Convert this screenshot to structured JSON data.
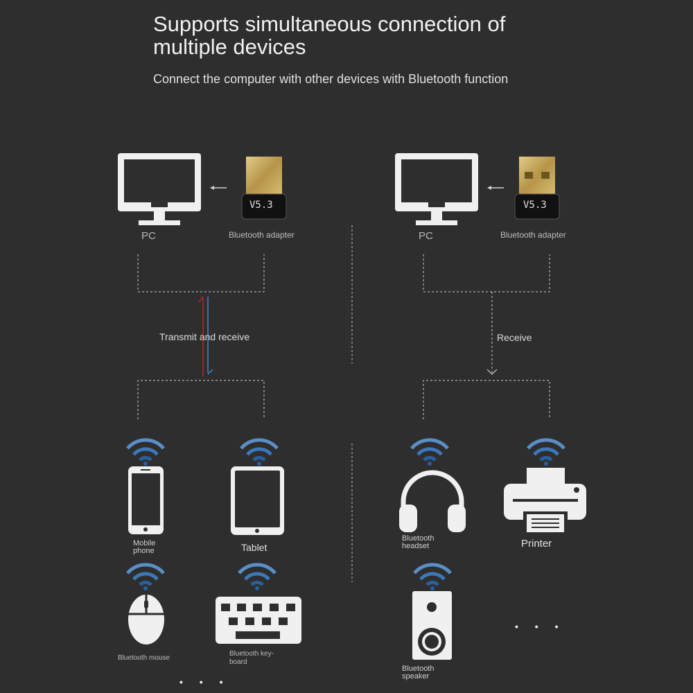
{
  "header": {
    "title": "Supports simultaneous connection of multiple devices",
    "subtitle": "Connect the computer with other devices with Bluetooth function"
  },
  "left_diagram": {
    "pc_label": "PC",
    "adapter_label": "Bluetooth adapter",
    "adapter_version": "V5.3",
    "link_label": "Transmit and receive",
    "devices": {
      "phone": "Mobile\nphone",
      "tablet": "Tablet",
      "mouse": "Bluetooth mouse",
      "keyboard": "Bluetooth key-\nboard"
    },
    "more": "• • •"
  },
  "right_diagram": {
    "pc_label": "PC",
    "adapter_label": "Bluetooth adapter",
    "adapter_version": "V5.3",
    "link_label": "Receive",
    "devices": {
      "headset": "Bluetooth\nheadset",
      "printer": "Printer",
      "speaker": "Bluetooth\nspeaker"
    },
    "more": "• • •"
  },
  "colors": {
    "background": "#2e2e2e",
    "device_fill": "#f0f0f0",
    "wifi_blue": "#2a6fb5",
    "arrow_red": "#b8262e",
    "arrow_blue": "#3f86d0",
    "adapter_gold": "#c9a85a"
  },
  "icons": [
    "monitor-icon",
    "usb-adapter-icon",
    "wifi-signal-icon",
    "phone-icon",
    "tablet-icon",
    "mouse-icon",
    "keyboard-icon",
    "headset-icon",
    "printer-icon",
    "speaker-icon"
  ]
}
